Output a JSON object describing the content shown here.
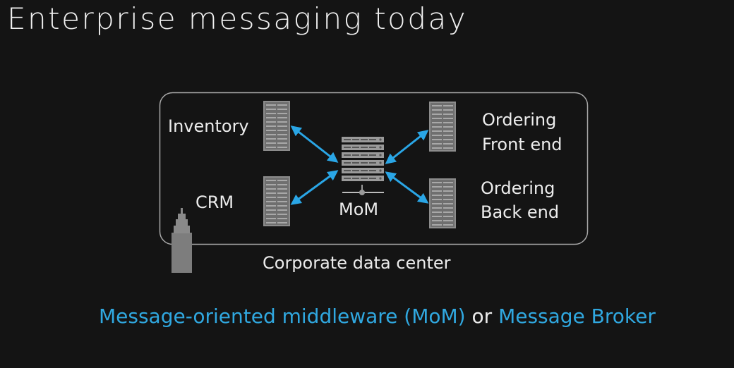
{
  "title": "Enterprise messaging today",
  "diagram": {
    "container_label": "Corporate data center",
    "nodes": {
      "inventory": "Inventory",
      "crm": "CRM",
      "ordering_front_1": "Ordering",
      "ordering_front_2": "Front end",
      "ordering_back_1": "Ordering",
      "ordering_back_2": "Back end",
      "mom": "MoM"
    },
    "edges": [
      {
        "from": "Inventory",
        "to": "MoM",
        "type": "bidirectional"
      },
      {
        "from": "CRM",
        "to": "MoM",
        "type": "bidirectional"
      },
      {
        "from": "Ordering Front end",
        "to": "MoM",
        "type": "bidirectional"
      },
      {
        "from": "Ordering Back end",
        "to": "MoM",
        "type": "bidirectional"
      }
    ],
    "colors": {
      "arrow": "#2aa6e6",
      "server": "#8c8c8c",
      "border": "#a8a8a8"
    }
  },
  "footer": {
    "part1": "Message-oriented middleware (MoM)",
    "part2": " or ",
    "part3": "Message Broker"
  }
}
